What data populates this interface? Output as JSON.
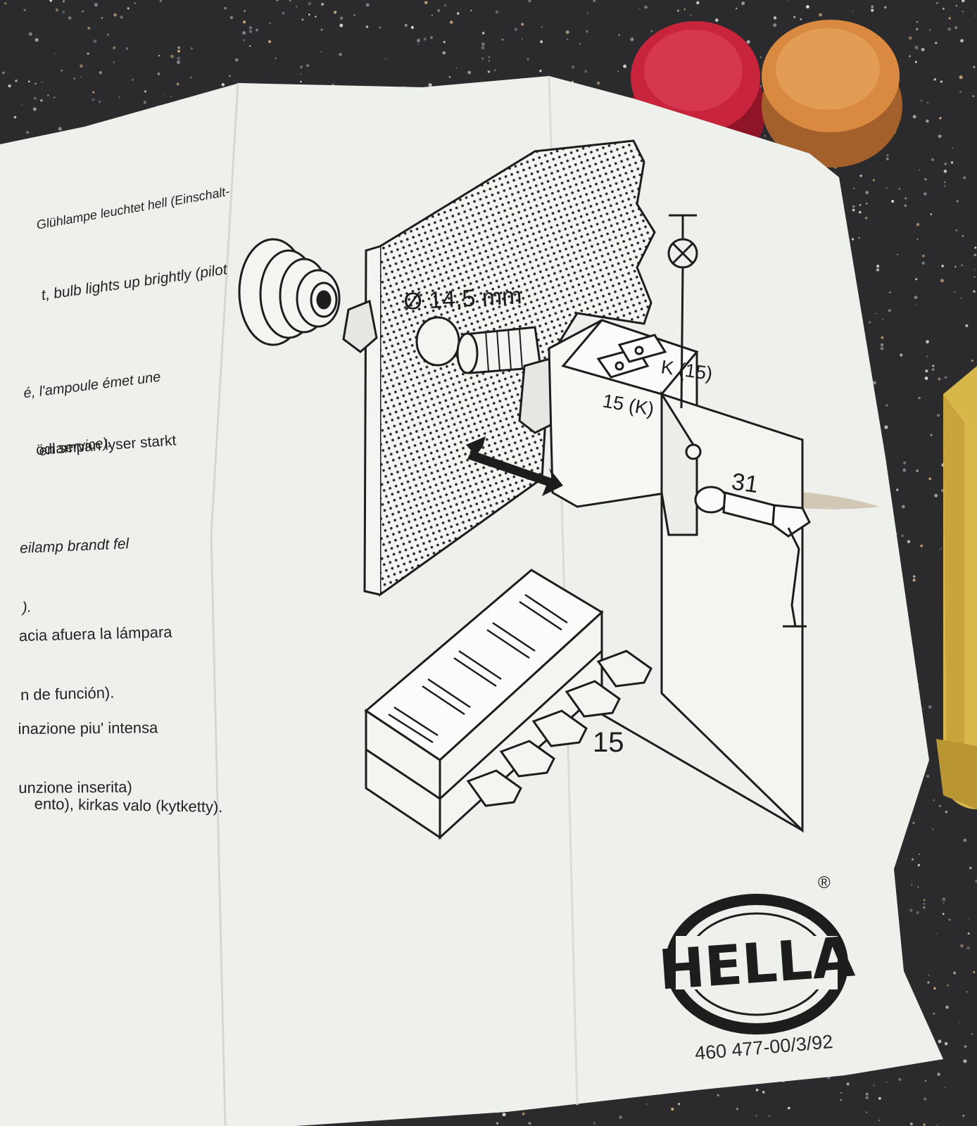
{
  "instructions": [
    {
      "lang": "de",
      "lines": [
        "Glühlampe leuchtet hell (Einschalt-"
      ]
    },
    {
      "lang": "en",
      "lines": [
        "t, bulb lights up brightly (pilot"
      ]
    },
    {
      "lang": "fr",
      "lines": [
        "é, l'ampoule émet une",
        "en service)."
      ]
    },
    {
      "lang": "sv",
      "lines": [
        "ödlampan lyser starkt"
      ]
    },
    {
      "lang": "nl",
      "lines": [
        "eilamp brandt fel",
        ")."
      ]
    },
    {
      "lang": "es",
      "lines": [
        "acia afuera la lámpara",
        "n de función)."
      ]
    },
    {
      "lang": "it",
      "lines": [
        "inazione piu' intensa",
        "unzione inserita)"
      ]
    },
    {
      "lang": "fi",
      "lines": [
        "ento), kirkas valo (kytketty)."
      ]
    }
  ],
  "diagram": {
    "diameter_label": "Ø 14,5 mm",
    "terminal_k15_label": "K (15)",
    "terminal_15k_label": "15 (K)",
    "terminal_31_label": "31",
    "connector_pin_label": "15"
  },
  "logo": {
    "brand": "HELLA",
    "registered_mark": "®"
  },
  "footer": {
    "part_code": "460 477-00/3/92"
  },
  "colors": {
    "countertop": "#2b2b2e",
    "paper": "#eef0ec",
    "ink": "#1d1d1d",
    "red_cap": "#c8243c",
    "orange_cap": "#d98a40",
    "yellow_roll": "#d7b64a"
  }
}
